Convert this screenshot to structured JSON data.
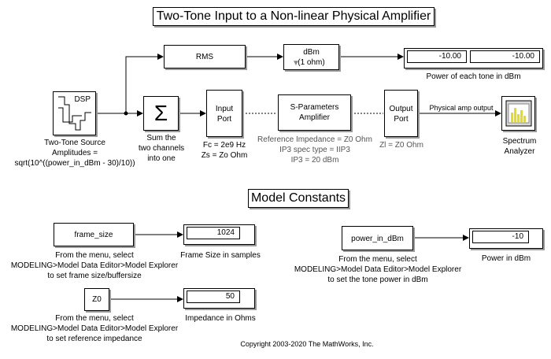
{
  "title": "Two-Tone Input to a Non-linear Physical Amplifier",
  "section_title": "Model Constants",
  "blocks": {
    "source": {
      "label": "DSP",
      "caption": [
        "Two-Tone Source",
        "Amplitudes =",
        "sqrt(10^((power_in_dBm - 30)/10))"
      ]
    },
    "sum": {
      "caption": [
        "Sum the",
        "two channels",
        "into one"
      ]
    },
    "rms": {
      "label": "RMS"
    },
    "dbm": {
      "label": [
        "dBm",
        "(1 ohm)"
      ]
    },
    "power_display": {
      "values": [
        "-10.00",
        "-10.00"
      ],
      "caption": "Power of each tone in dBm"
    },
    "input_port": {
      "label": [
        "Input",
        "Port"
      ],
      "caption": [
        "Fc = 2e9 Hz",
        "Zs = Zo Ohm"
      ]
    },
    "sparam": {
      "label": [
        "S-Parameters",
        "Amplifier"
      ],
      "caption": [
        "Reference Impedance = Z0 Ohm",
        "IP3 spec type = IIP3",
        "IP3 =  20 dBm"
      ]
    },
    "output_port": {
      "label": [
        "Output",
        "Port"
      ],
      "caption": "Zl = Z0 Ohm"
    },
    "signal_label": "Physical amp output",
    "spectrum": {
      "caption": [
        "Spectrum",
        "Analyzer"
      ]
    },
    "frame_size": {
      "label": "frame_size",
      "caption": [
        "From the menu, select",
        "MODELING>Model Data Editor>Model Explorer",
        "to set frame size/buffersize"
      ]
    },
    "frame_display": {
      "value": "1024",
      "caption": "Frame Size in samples"
    },
    "z0": {
      "label": "Z0",
      "caption": [
        "From the menu, select",
        "MODELING>Model Data Editor>Model Explorer",
        "to set reference impedance"
      ]
    },
    "z0_display": {
      "value": "50",
      "caption": "Impedance in Ohms"
    },
    "power_in": {
      "label": "power_in_dBm",
      "caption": [
        "From the menu, select",
        "MODELING>Model Data Editor>Model Explorer",
        "to set the tone power in dBm"
      ]
    },
    "power_in_display": {
      "value": "-10",
      "caption": "Power in dBm"
    }
  },
  "copyright": "Copyright 2003-2020 The MathWorks, Inc.",
  "colors": {
    "spectrum_screen": "#e8e000",
    "wire": "#000000",
    "caption_gray": "#555555"
  }
}
